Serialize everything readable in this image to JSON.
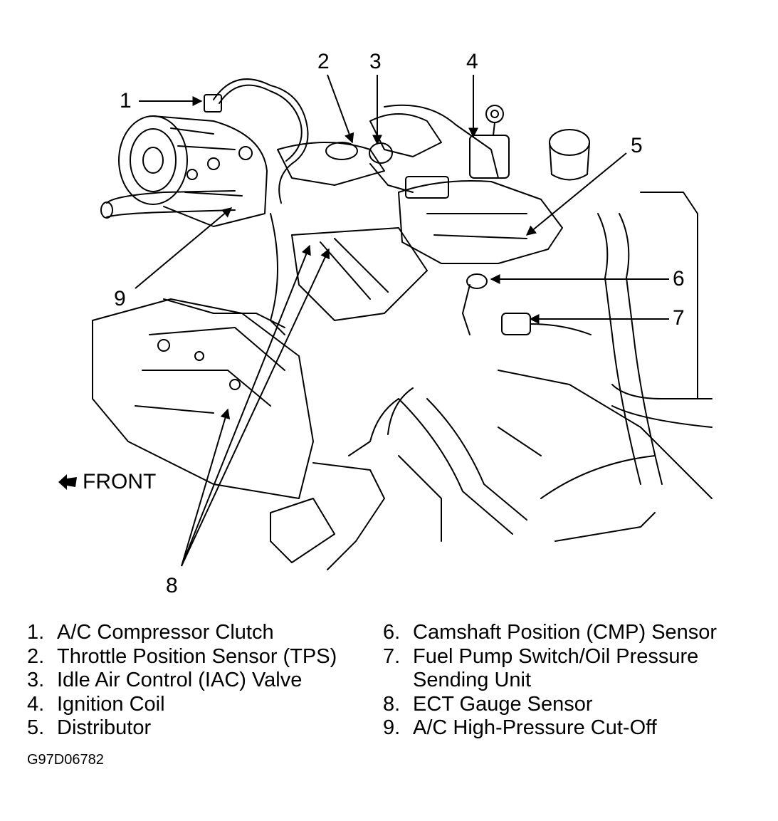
{
  "callouts": {
    "c1": "1",
    "c2": "2",
    "c3": "3",
    "c4": "4",
    "c5": "5",
    "c6": "6",
    "c7": "7",
    "c8": "8",
    "c9": "9"
  },
  "front_label": "FRONT",
  "legend_left": [
    {
      "num": "1.",
      "text": "A/C Compressor Clutch"
    },
    {
      "num": "2.",
      "text": "Throttle Position Sensor (TPS)"
    },
    {
      "num": "3.",
      "text": "Idle Air Control (IAC) Valve"
    },
    {
      "num": "4.",
      "text": "Ignition Coil"
    },
    {
      "num": "5.",
      "text": "Distributor"
    }
  ],
  "legend_right": [
    {
      "num": "6.",
      "text": "Camshaft Position (CMP) Sensor"
    },
    {
      "num": "7.",
      "text": "Fuel Pump Switch/Oil Pressure",
      "cont": "Sending Unit"
    },
    {
      "num": "8.",
      "text": "ECT Gauge Sensor"
    },
    {
      "num": "9.",
      "text": "A/C High-Pressure Cut-Off"
    }
  ],
  "figure_id": "G97D06782",
  "colors": {
    "ink": "#000000",
    "paper": "#ffffff"
  },
  "icons": {
    "front": "front-arrow-icon"
  }
}
